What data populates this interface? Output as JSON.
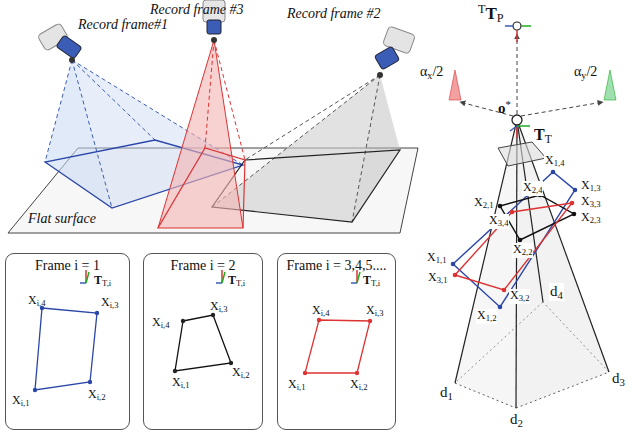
{
  "diagram": {
    "nodes": [
      {
        "text": [
          "Frame i = 1",
          "TT,i",
          "Xi,4",
          "Xi,3",
          "Xi,1",
          "Xi,2"
        ]
      },
      {
        "text": [
          "Frame i = 2",
          "TT,i",
          "Xi,4",
          "Xi,3",
          "Xi,2",
          "Xi,1"
        ]
      },
      {
        "text": [
          "Frame i = 3,4,5....",
          "TT,i",
          "Xi,4",
          "Xi,3",
          "Xi,1",
          "Xi,2"
        ]
      }
    ],
    "labels": [
      "Record frame #3",
      "Record frame #2",
      "Record frame#1",
      "Flat surface",
      "TTP",
      "αx/2",
      "αy/2",
      "o*",
      "TT",
      "X1,4",
      "X1,3",
      "X3,3",
      "X2,3",
      "X2,1",
      "X2,4",
      "X2,2",
      "X3,4",
      "X1,1",
      "X3,1",
      "X3,2",
      "X1,2",
      "d4",
      "d1",
      "d3",
      "d2"
    ]
  }
}
